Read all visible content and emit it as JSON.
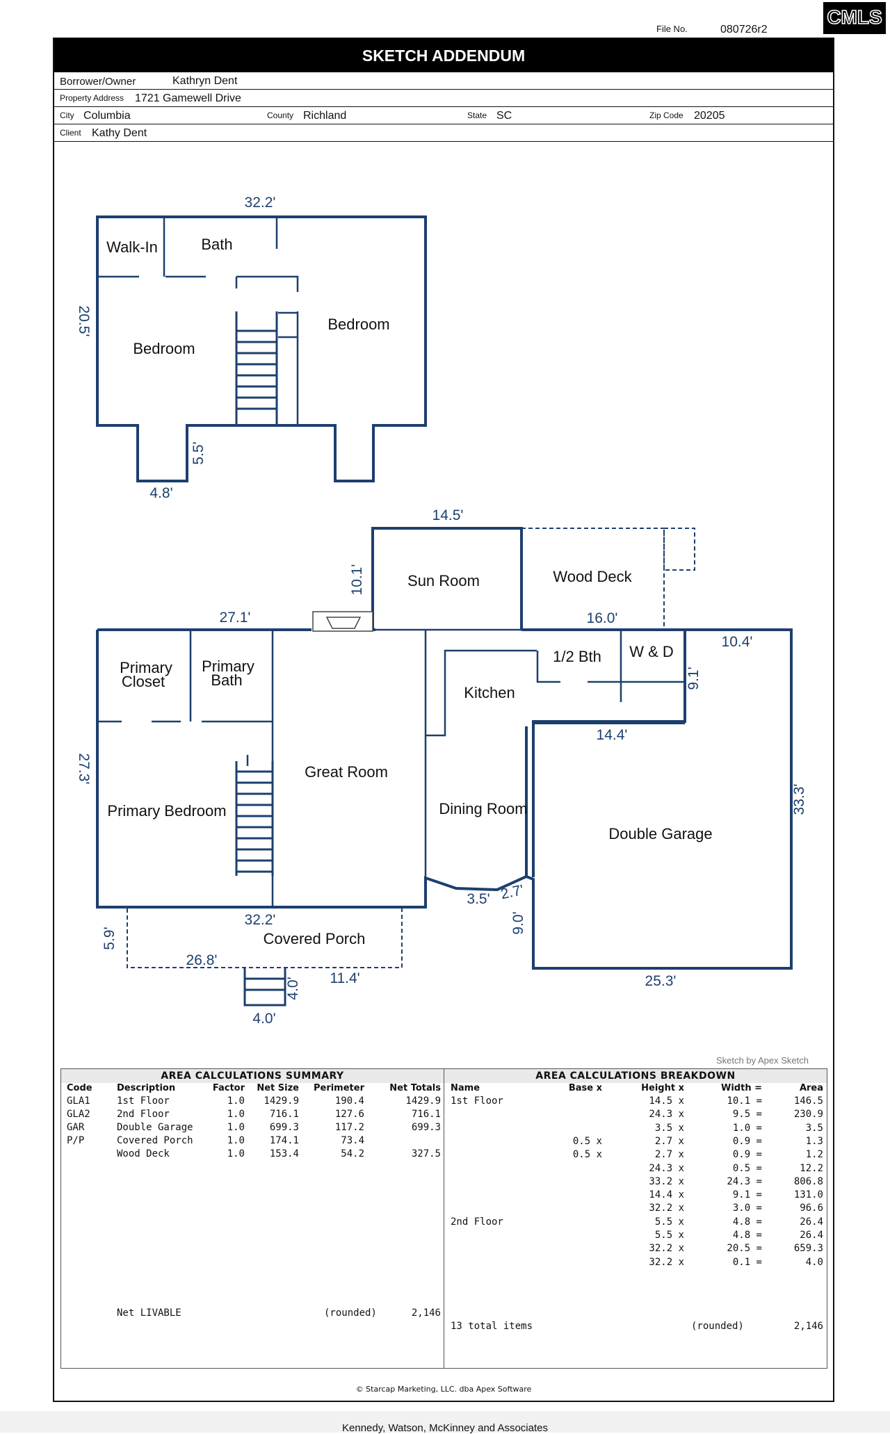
{
  "header": {
    "file_no_label": "File No.",
    "file_no": "080726r2",
    "logo_text": "CMLS",
    "title": "SKETCH ADDENDUM"
  },
  "info": {
    "borrower_label": "Borrower/Owner",
    "borrower": "Kathryn Dent",
    "property_label": "Property Address",
    "property": "1721 Gamewell Drive",
    "city_label": "City",
    "city": "Columbia",
    "county_label": "County",
    "county": "Richland",
    "state_label": "State",
    "state": "SC",
    "zip_label": "Zip Code",
    "zip": "20205",
    "client_label": "Client",
    "client": "Kathy Dent"
  },
  "plan": {
    "rooms": {
      "walk_in": "Walk-In",
      "bath": "Bath",
      "bedroom_left": "Bedroom",
      "bedroom_right": "Bedroom",
      "sun_room": "Sun Room",
      "wood_deck": "Wood Deck",
      "primary_closet_1": "Primary",
      "primary_closet_2": "Closet",
      "primary_bath_1": "Primary",
      "primary_bath_2": "Bath",
      "half_bath": "1/2 Bth",
      "w_and_d": "W & D",
      "kitchen": "Kitchen",
      "great_room": "Great Room",
      "primary_bedroom": "Primary Bedroom",
      "dining_room": "Dining Room",
      "double_garage": "Double Garage",
      "covered_porch": "Covered Porch"
    },
    "dims": {
      "upper_top": "32.2'",
      "upper_side": "20.5'",
      "upper_notch_h": "5.5'",
      "upper_notch_w": "4.8'",
      "sun_top": "14.5'",
      "sun_side": "10.1'",
      "main_top": "27.1'",
      "deck_width": "16.0'",
      "garage_top": "10.4'",
      "wd_side": "9.1'",
      "garage_inner": "14.4'",
      "main_side": "27.3'",
      "garage_side": "33.3'",
      "main_bottom": "32.2'",
      "bay_width": "3.5'",
      "bay_side": "2.7'",
      "garage_step": "9.0'",
      "garage_bottom": "25.3'",
      "porch_side": "5.9'",
      "porch_length": "26.8'",
      "porch_right": "11.4'",
      "steps_h": "4.0'",
      "steps_w": "4.0'"
    },
    "credit": "Sketch by Apex Sketch"
  },
  "summary": {
    "title": "AREA CALCULATIONS SUMMARY",
    "headers": [
      "Code",
      "Description",
      "Factor",
      "Net Size",
      "Perimeter",
      "Net Totals"
    ],
    "rows": [
      [
        "GLA1",
        "1st Floor",
        "1.0",
        "1429.9",
        "190.4",
        "1429.9"
      ],
      [
        "GLA2",
        "2nd Floor",
        "1.0",
        "716.1",
        "127.6",
        "716.1"
      ],
      [
        "GAR",
        "Double Garage",
        "1.0",
        "699.3",
        "117.2",
        "699.3"
      ],
      [
        "P/P",
        "Covered Porch",
        "1.0",
        "174.1",
        "73.4",
        ""
      ],
      [
        "",
        "Wood Deck",
        "1.0",
        "153.4",
        "54.2",
        "327.5"
      ]
    ],
    "net_livable_label": "Net LIVABLE",
    "rounded_label": "(rounded)",
    "net_livable": "2,146"
  },
  "breakdown": {
    "title": "AREA CALCULATIONS BREAKDOWN",
    "headers": [
      "Name",
      "Base x",
      "Height x",
      "Width =",
      "Area"
    ],
    "rows": [
      [
        "1st Floor",
        "",
        "14.5 x",
        "10.1 =",
        "146.5"
      ],
      [
        "",
        "",
        "24.3 x",
        "9.5 =",
        "230.9"
      ],
      [
        "",
        "",
        "3.5 x",
        "1.0 =",
        "3.5"
      ],
      [
        "",
        "0.5 x",
        "2.7 x",
        "0.9 =",
        "1.3"
      ],
      [
        "",
        "0.5 x",
        "2.7 x",
        "0.9 =",
        "1.2"
      ],
      [
        "",
        "",
        "24.3 x",
        "0.5 =",
        "12.2"
      ],
      [
        "",
        "",
        "33.2 x",
        "24.3 =",
        "806.8"
      ],
      [
        "",
        "",
        "14.4 x",
        "9.1 =",
        "131.0"
      ],
      [
        "",
        "",
        "32.2 x",
        "3.0 =",
        "96.6"
      ],
      [
        "2nd Floor",
        "",
        "5.5 x",
        "4.8 =",
        "26.4"
      ],
      [
        "",
        "",
        "5.5 x",
        "4.8 =",
        "26.4"
      ],
      [
        "",
        "",
        "32.2 x",
        "20.5 =",
        "659.3"
      ],
      [
        "",
        "",
        "32.2 x",
        "0.1 =",
        "4.0"
      ]
    ],
    "total_items": "13 total items",
    "rounded_label": "(rounded)",
    "total": "2,146"
  },
  "footer": {
    "copyright": "© Starcap Marketing, LLC. dba Apex Software",
    "company": "Kennedy, Watson, McKinney and Associates"
  }
}
